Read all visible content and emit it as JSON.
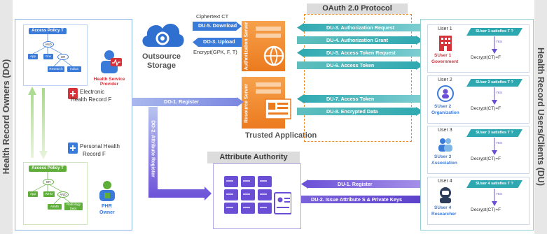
{
  "colors": {
    "primary_blue": "#3a7ad8",
    "teal": "#38b3b8",
    "purple": "#6a4fd6",
    "orange": "#f08a24",
    "green": "#5fae3a",
    "red": "#d6323a"
  },
  "left_sidebar_label": "Health Record Owners (DO)",
  "right_sidebar_label": "Health Record Users/Clients (DU)",
  "do_panel": {
    "top": {
      "policy_label": "Access Policy T",
      "and1": "AND",
      "gov": "Gov",
      "or1": "OR",
      "app": "App",
      "and2": "AND",
      "research": "Research",
      "indian": "Indian",
      "provider_label": "Health Service Provider"
    },
    "ehr_label_line1": "Electronic",
    "ehr_label_line2": "Health Record F",
    "phr_label_line1": "Personal Health",
    "phr_label_line2": "Record F",
    "bottom": {
      "policy_label": "Access Policy T",
      "or1": "OR",
      "app": "App",
      "who": "WHO",
      "and1": "AND",
      "aiims": "AIIMS",
      "radiology": "Radiology Dept.",
      "owner_label_line1": "PHR",
      "owner_label_line2": "Owner"
    }
  },
  "outsource": {
    "title_line1": "Outsource",
    "title_line2": "Storage",
    "ciphertext_label": "Ciphertext CT",
    "download": "DU-5. Download",
    "upload": "DO-3. Upload",
    "encrypt_label": "Encrypt(GPK, F, T)"
  },
  "trusted_app": {
    "auth_server": "Authorization Server",
    "resource_server": "Resource Server",
    "title": "Trusted Application"
  },
  "oauth_title": "OAuth 2.0 Protocol",
  "flows": {
    "du3": "DU-3. Authorization Request",
    "du4": "DU-4. Authorization Grant",
    "du5": "DU-5. Access Token Request",
    "du6": "DU-6. Access Token",
    "du7": "DU-7. Access Token",
    "du8": "DU-8. Encrypted Data",
    "do1": "DO-1. Register",
    "do2": "DO-2. Attribute Register",
    "du1": "DU-1. Register",
    "du2": "DU-2. Issue Attribute S & Private Keys"
  },
  "attribute_authority": {
    "title": "Attribute Authority"
  },
  "users": [
    {
      "id": "User 1",
      "role": "Government",
      "check": "SUser 1 satisfies T ?",
      "yes": "YES",
      "decrypt": "Decrypt(CT)=F",
      "sname": "SUser 1"
    },
    {
      "id": "User 2",
      "role": "Organization",
      "check": "SUser 2 satisfies T ?",
      "yes": "YES",
      "decrypt": "Decrypt(CT)=F",
      "sname": "SUser 2"
    },
    {
      "id": "User 3",
      "role": "Association",
      "check": "SUser 3 satisfies T ?",
      "yes": "YES",
      "decrypt": "Decrypt(CT)=F",
      "sname": "SUser 3"
    },
    {
      "id": "User 4",
      "role": "Researcher",
      "check": "SUser 4 satisfies T ?",
      "yes": "YES",
      "decrypt": "Decrypt(CT)=F",
      "sname": "SUser 4"
    }
  ]
}
